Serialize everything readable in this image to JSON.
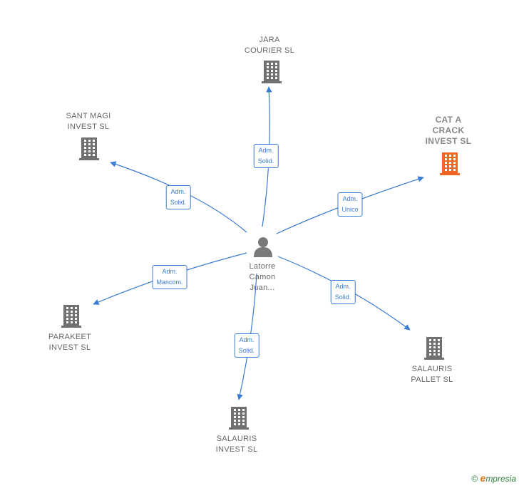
{
  "center": {
    "name_lines": [
      "Latorre",
      "Camon",
      "Juan..."
    ]
  },
  "companies": [
    {
      "id": "jara",
      "name_lines": [
        "JARA",
        "COURIER SL"
      ],
      "color": "#707070",
      "highlight": false,
      "role_lines": [
        "Adm.",
        "Solid."
      ]
    },
    {
      "id": "santmagi",
      "name_lines": [
        "SANT MAGI",
        "INVEST  SL"
      ],
      "color": "#707070",
      "highlight": false,
      "role_lines": [
        "Adm.",
        "Solid."
      ]
    },
    {
      "id": "catacrack",
      "name_lines": [
        "CAT A",
        "CRACK",
        "INVEST  SL"
      ],
      "color": "#f26522",
      "highlight": true,
      "role_lines": [
        "Adm.",
        "Unico"
      ]
    },
    {
      "id": "parakeet",
      "name_lines": [
        "PARAKEET",
        "INVEST  SL"
      ],
      "color": "#707070",
      "highlight": false,
      "role_lines": [
        "Adm.",
        "Mancom."
      ]
    },
    {
      "id": "salaurispallet",
      "name_lines": [
        "SALAURIS",
        "PALLET  SL"
      ],
      "color": "#707070",
      "highlight": false,
      "role_lines": [
        "Adm.",
        "Solid."
      ]
    },
    {
      "id": "salaurisinvest",
      "name_lines": [
        "SALAURIS",
        "INVEST  SL"
      ],
      "color": "#707070",
      "highlight": false,
      "role_lines": [
        "Adm.",
        "Solid."
      ]
    }
  ],
  "edge_color": "#3a7bd5",
  "footer": {
    "copyright": "©",
    "brand_first": "e",
    "brand_rest": "mpresia"
  }
}
